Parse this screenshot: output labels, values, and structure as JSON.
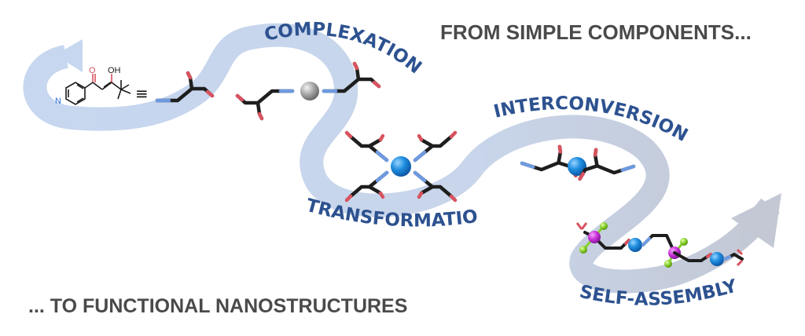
{
  "heading_top": "FROM SIMPLE COMPONENTS...",
  "heading_bottom": "... TO FUNCTIONAL NANOSTRUCTURES",
  "stages": {
    "complexation": "COMPLEXATION",
    "interconversion": "INTERCONVERSION",
    "transformations": "TRANSFORMATIONS",
    "self_assembly": "SELF-ASSEMBLY"
  },
  "molecule": {
    "equivalence": "≡",
    "atom_o_carbonyl": "O",
    "atom_oh": "OH",
    "atom_n": "N"
  },
  "colors": {
    "ribbon": "#c5d5ec",
    "stage_label": "#2d5290",
    "heading": "#4a4a4a",
    "ligand_bond": "#1e1e1e",
    "nitrogen_end": "#6e9ae0",
    "oxygen_end": "#d8535f",
    "metal_blue": "#1f8fe0",
    "metal_grey": "#9c9c9c",
    "metal_magenta": "#c832d8",
    "halide_green": "#88d02a"
  }
}
